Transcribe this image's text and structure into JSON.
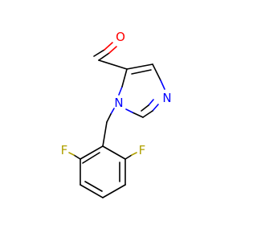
{
  "molecule": {
    "atoms": {
      "oxygen": {
        "symbol": "O",
        "color": "#ff0000"
      },
      "n1": {
        "symbol": "N",
        "color": "#0000ff"
      },
      "n3": {
        "symbol": "N",
        "color": "#0000ff"
      },
      "f_left": {
        "symbol": "F",
        "color": "#b0a000"
      },
      "f_right": {
        "symbol": "F",
        "color": "#b0a000"
      }
    },
    "bond_color": "#000000"
  }
}
